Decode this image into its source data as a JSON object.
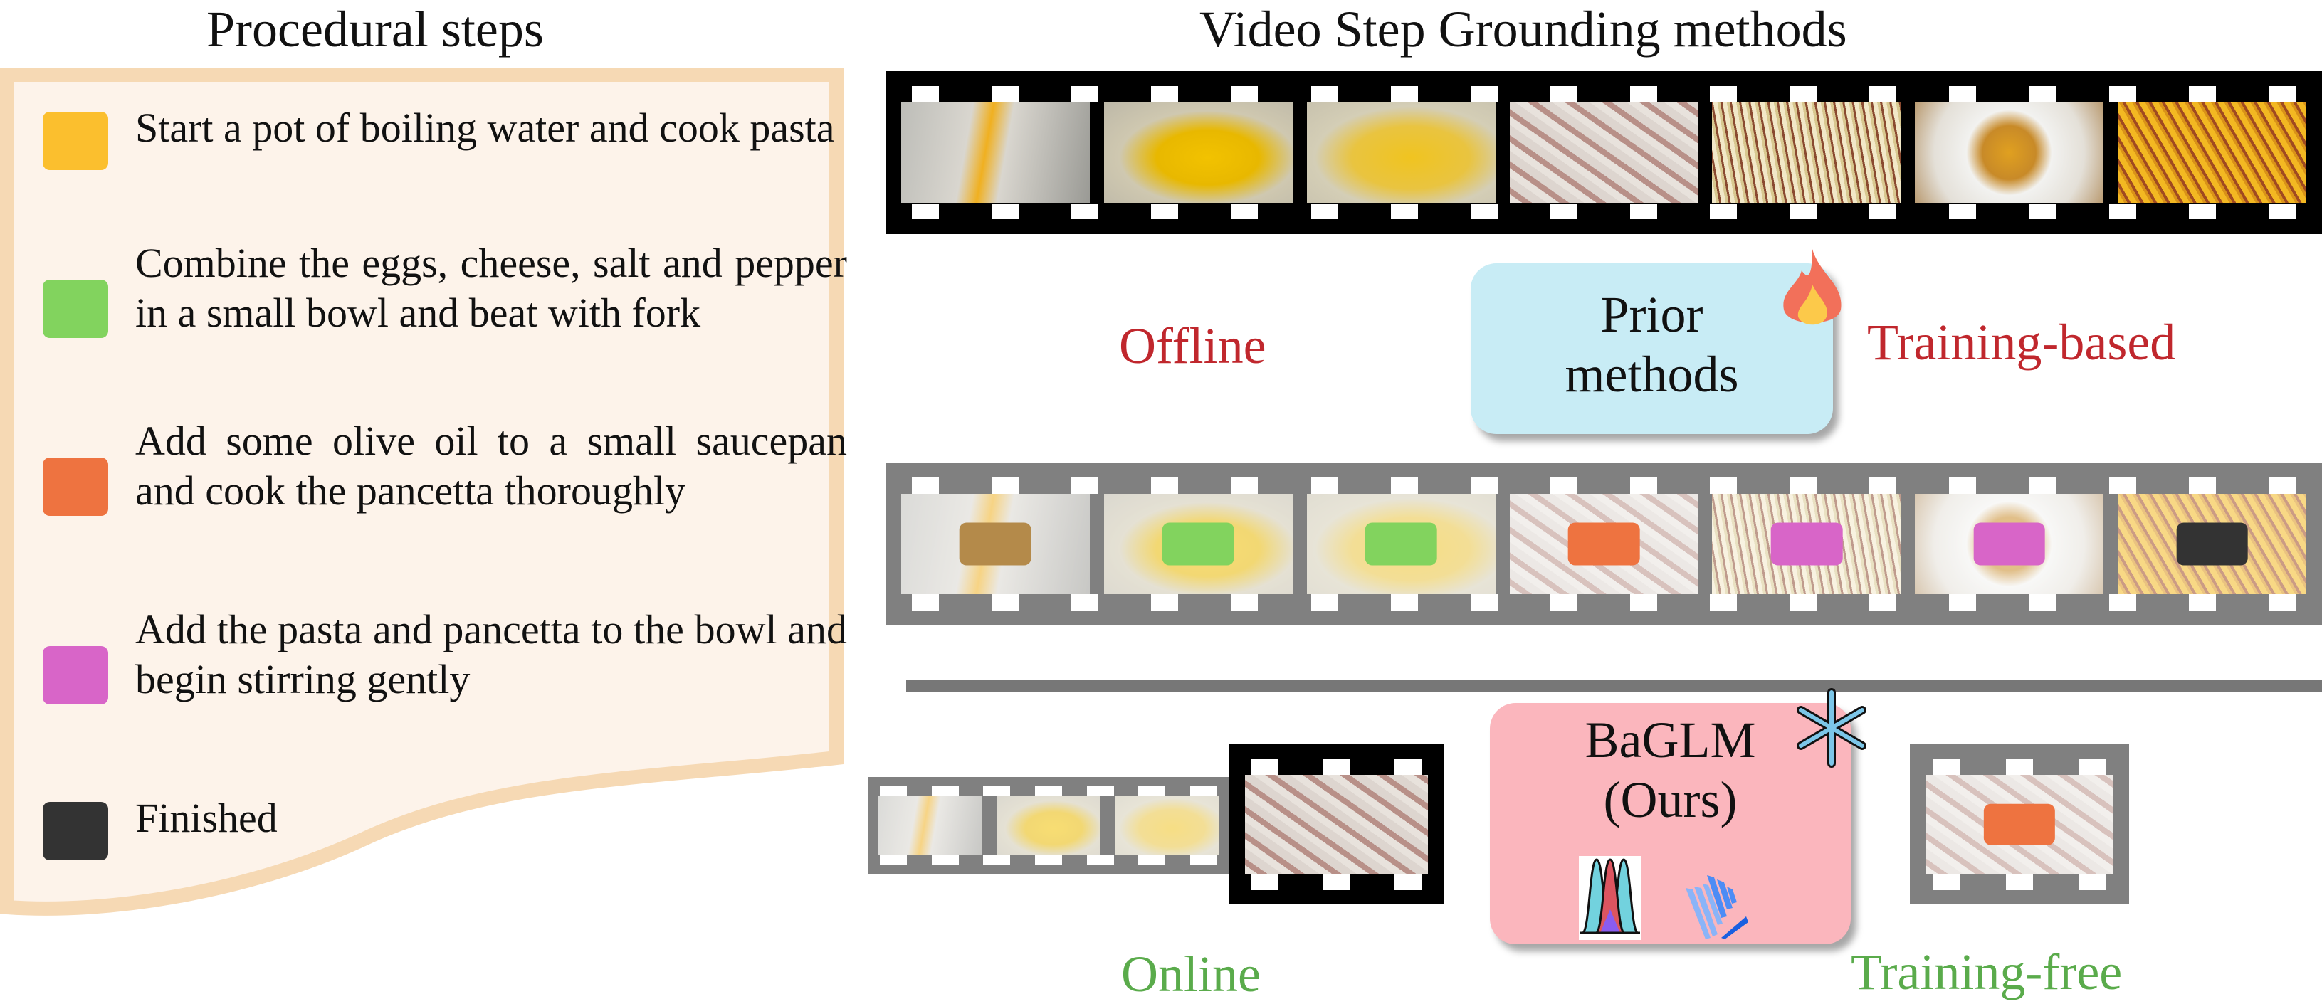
{
  "left_title": "Procedural steps",
  "right_title": "Video Step Grounding methods",
  "steps": [
    {
      "text": "Start a pot of boiling water and cook pasta",
      "color": "#fbbf2e"
    },
    {
      "text": "Combine the eggs, cheese, salt and pepper in a small bowl and beat with fork",
      "color": "#82d35e"
    },
    {
      "text": "Add some olive oil to a small saucepan and cook the pancetta thoroughly",
      "color": "#ee7340"
    },
    {
      "text": "Add the pasta and pancetta to the bowl and begin stirring gently",
      "color": "#d865c8"
    },
    {
      "text": "Finished",
      "color": "#333333"
    }
  ],
  "offline": {
    "label": "Offline",
    "color": "#c0272d"
  },
  "training_based": {
    "label": "Training-based",
    "color": "#c0272d"
  },
  "prior": {
    "line1": "Prior",
    "line2": "methods",
    "icon": "fire-icon"
  },
  "online": {
    "label": "Online",
    "color": "#5aab4b"
  },
  "training_free": {
    "label": "Training-free",
    "color": "#5aab4b"
  },
  "ours": {
    "line1": "BaGLM",
    "line2": "(Ours)",
    "icon": "snowflake-icon"
  },
  "strip_marks": [
    "#b48a4a",
    "#82d35e",
    "#82d35e",
    "#ee7340",
    "#d865c8",
    "#d865c8",
    "#333333"
  ]
}
